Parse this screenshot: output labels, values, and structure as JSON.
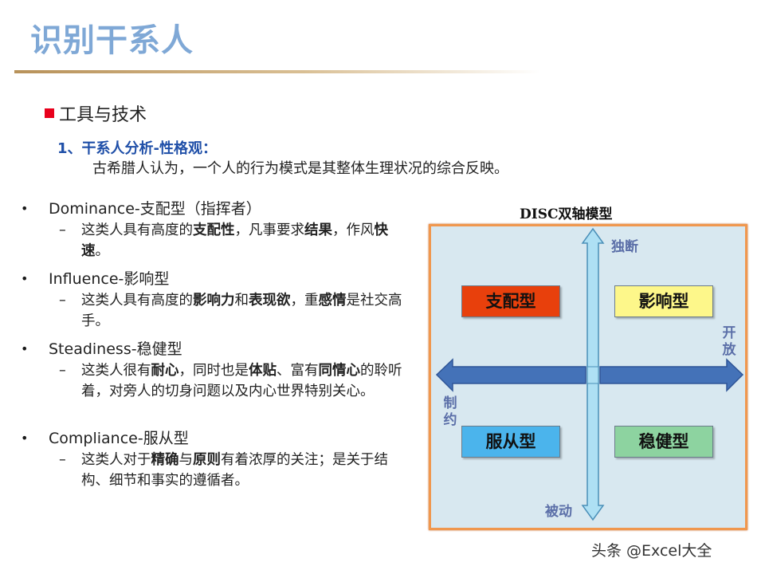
{
  "slide": {
    "title": "识别干系人",
    "section_label": "工具与技术",
    "subheading": "1、干系人分析-性格观：",
    "description": "古希腊人认为，一个人的行为模式是其整体生理状况的综合反映。"
  },
  "items": [
    {
      "head": "Dominance-支配型（指挥者）",
      "sub": [
        {
          "t": "这类人具有高度的",
          "b": false
        },
        {
          "t": "支配性",
          "b": true
        },
        {
          "t": "，凡事要求",
          "b": false
        },
        {
          "t": "结果",
          "b": true
        },
        {
          "t": "，作风",
          "b": false
        },
        {
          "t": "快速",
          "b": true
        },
        {
          "t": "。",
          "b": false
        }
      ]
    },
    {
      "head": "Influence-影响型",
      "sub": [
        {
          "t": "这类人具有高度的",
          "b": false
        },
        {
          "t": "影响力",
          "b": true
        },
        {
          "t": "和",
          "b": false
        },
        {
          "t": "表现欲",
          "b": true
        },
        {
          "t": "，重",
          "b": false
        },
        {
          "t": "感情",
          "b": true
        },
        {
          "t": "是社交高手。",
          "b": false
        }
      ]
    },
    {
      "head": "Steadiness-稳健型",
      "sub": [
        {
          "t": "这类人很有",
          "b": false
        },
        {
          "t": "耐心",
          "b": true
        },
        {
          "t": "，同时也是",
          "b": false
        },
        {
          "t": "体贴",
          "b": true
        },
        {
          "t": "、富有",
          "b": false
        },
        {
          "t": "同情心",
          "b": true
        },
        {
          "t": "的聆听着，对旁人的切身问题以及内心世界特别关心。",
          "b": false
        }
      ]
    },
    {
      "head": "Compliance-服从型",
      "sub": [
        {
          "t": "这类人对于",
          "b": false
        },
        {
          "t": "精确",
          "b": true
        },
        {
          "t": "与",
          "b": false
        },
        {
          "t": "原则",
          "b": true
        },
        {
          "t": "有着浓厚的关注；是关于结构、细节和事实的遵循者。",
          "b": false
        }
      ]
    }
  ],
  "model": {
    "title": "DISC双轴模型",
    "axis_top": "独断",
    "axis_bottom": "被动",
    "axis_right": "开放",
    "axis_left": "制约",
    "quadrants": {
      "top_left": {
        "label": "支配型",
        "color": "#e8400c"
      },
      "top_right": {
        "label": "影响型",
        "color": "#fdf78a"
      },
      "bottom_left": {
        "label": "服从型",
        "color": "#4bb4ec"
      },
      "bottom_right": {
        "label": "稳健型",
        "color": "#8dd3a0"
      }
    }
  },
  "watermark": "头条 @Excel大全",
  "colors": {
    "title": "#7fa8d6",
    "subheading": "#1f4fa8",
    "model_border": "#f0974e",
    "model_bg": "#d8e8f0",
    "h_arrow": "#4472b8",
    "v_arrow": "#aee0f4"
  }
}
